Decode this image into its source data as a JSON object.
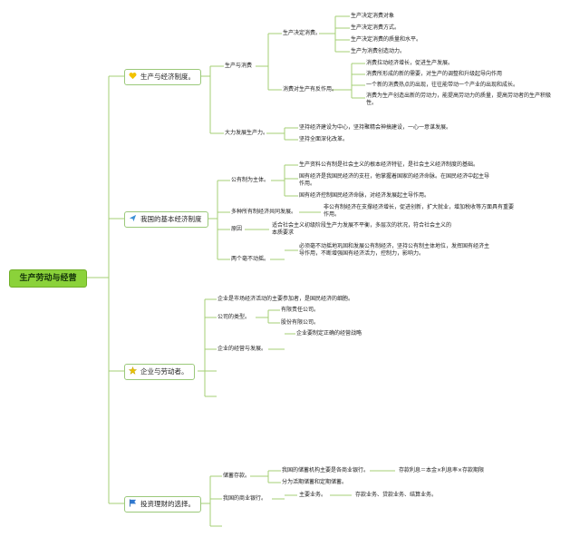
{
  "root": "生产劳动与经营",
  "colors": {
    "line": "#a4cf74",
    "root_fill": "#8bd23a",
    "topic_border": "#9bc97a"
  },
  "topics": [
    {
      "label": "生产与经济制度。",
      "icon": "heart-icon"
    },
    {
      "label": "我国的基本经济制度",
      "icon": "send-icon"
    },
    {
      "label": "企业与劳动者。",
      "icon": "star-icon"
    },
    {
      "label": "投资理财的选择。",
      "icon": "flag-icon"
    }
  ],
  "t1": {
    "n1": "生产与消费",
    "n1a": "生产决定消费。",
    "n1a_items": [
      "生产决定消费对象",
      "生产决定消费方式。",
      "生产决定消费的质量和水平。",
      "生产为消费创造动力。"
    ],
    "n1b": "消费对生产有反作用。",
    "n1b_items": [
      "消费拉动经济增长，促进生产发展。",
      "消费所形成的新的需要，对生产的调整和升级起导向作用",
      "一个新的消费热点的出现，往往能带动一个产业的出现和成长。",
      "消费为生产创造出新的劳动力，能提高劳动力的质量，提高劳动者的生产积极性。"
    ],
    "n2": "大力发展生产力。",
    "n2_items": [
      "坚持经济建设为中心，坚持聚精会神搞建设，一心一意谋发展。",
      "坚持全面深化改革。"
    ]
  },
  "t2": {
    "n1": "公有制为主体。",
    "n1_items": [
      "生产资料公有制是社会主义的根本经济特征，是社会主义经济制度的基础。",
      "国有经济是我国民经济的支柱，他掌握着国家的经济命脉。在国民经济中起主导作用。",
      "国有经济控制国民经济命脉，对经济发展起主导作用。"
    ],
    "n2": "多种所有制经济共同发展。",
    "n2_text": "非公有制经济在支撑经济增长，促进创新，扩大就业，增加税收等方面具有重要作用。",
    "n3": "原因",
    "n3_text": "适合社会主义初级阶段生产力发展不平衡，多层次的状况，符合社会主义的本质要求",
    "n4": "两个毫不动摇。",
    "n4_text": "必须毫不动摇地巩固和发展公有制经济，坚持公有制主体地位，发挥国有经济主导作用，不断增强国有经济活力，控制力，影响力。"
  },
  "t3": {
    "n1": "企业是市场经济活动的主要参加者，是国民经济的细胞。",
    "n2": "公司的类型。",
    "n2_items": [
      "有限责任公司。",
      "股份有限公司。"
    ],
    "n3": "企业的经营与发展。",
    "n3_item": "企业要制定正确的经营战略"
  },
  "t4": {
    "n1": "储蓄存款。",
    "n1a": "我国的储蓄机构主要是各商业银行。",
    "n1a_item": "存款利息＝本金×利息率×存款期限",
    "n1b": "分为活期储蓄和定期储蓄。",
    "n2": "我国的商业银行。",
    "n2a": "主要业务。",
    "n2a_item": "存款业务、贷款业务、结算业务。"
  }
}
